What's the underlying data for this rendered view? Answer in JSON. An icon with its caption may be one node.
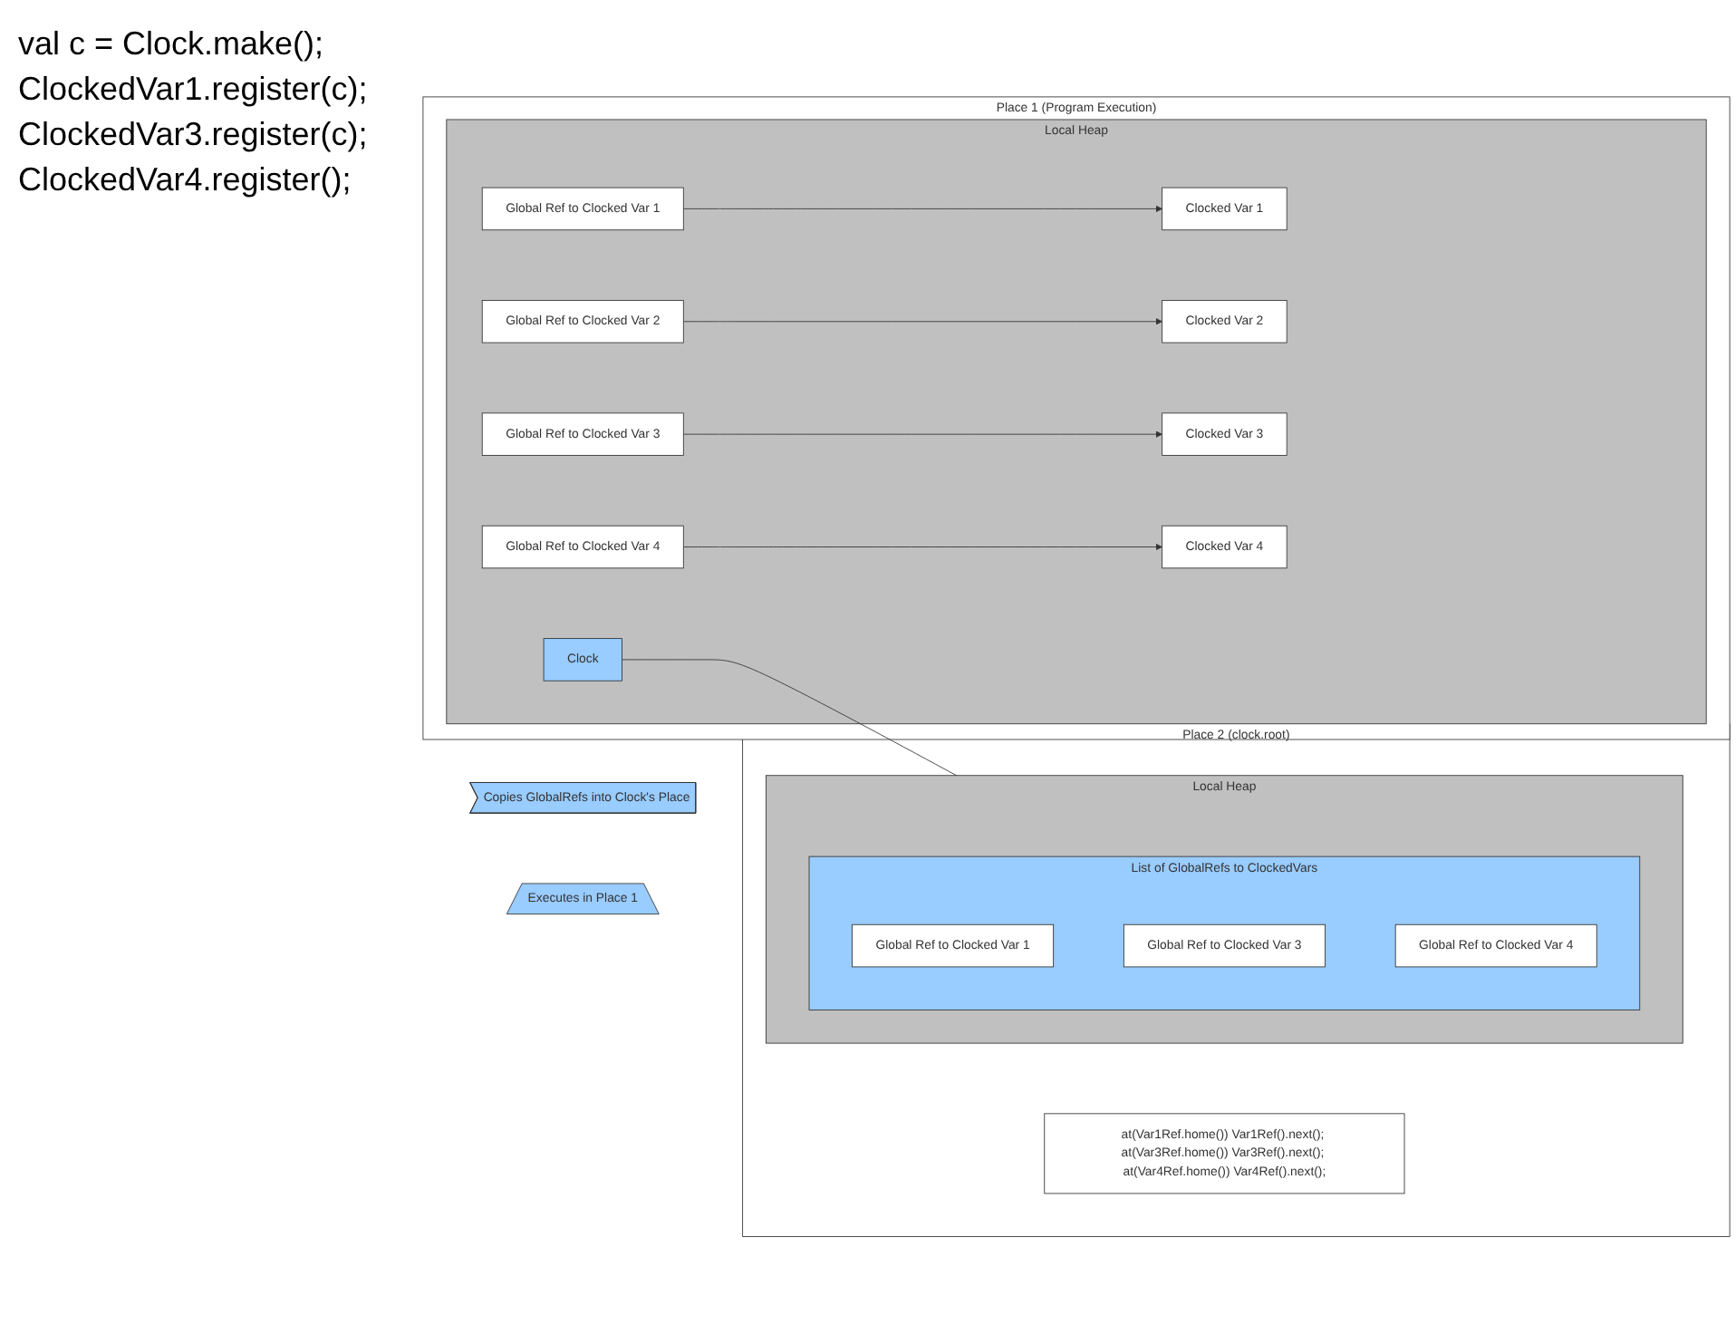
{
  "diagram": {
    "nodes": [
      {
        "text": [
          "Place 1 (Program Execution)"
        ]
      },
      {
        "text": [
          "Local Heap"
        ],
        "in": 0
      },
      {
        "text": [
          "Clocked Var 1"
        ],
        "in": 1
      },
      {
        "text": [
          "Clocked Var 2"
        ],
        "in": 1
      },
      {
        "text": [
          "Clocked Var 3"
        ],
        "in": 1
      },
      {
        "text": [
          "Clocked Var 4"
        ],
        "in": 1
      },
      {
        "text": [
          "Global Ref to Clocked Var 1"
        ],
        "in": 1
      },
      {
        "text": [
          "Global Ref to Clocked Var 2"
        ],
        "in": 1
      },
      {
        "text": [
          "Global Ref to Clocked Var 3"
        ],
        "in": 1
      },
      {
        "text": [
          "Global Ref to Clocked Var 4"
        ],
        "in": 1
      },
      {
        "text": [
          "Clock"
        ],
        "in": 1
      },
      {
        "text": [
          "Place 2 (clock.root)"
        ]
      },
      {
        "text": [
          "Local Heap"
        ],
        "in": 11
      },
      {
        "text": [
          "List of GlobalRefs to ClockedVars"
        ],
        "in": 12
      },
      {
        "text": [
          "Global Ref to Clocked Var 1"
        ],
        "in": 13
      },
      {
        "text": [
          "Global Ref to Clocked Var 3"
        ],
        "in": 13
      },
      {
        "text": [
          "Global Ref to Clocked Var 4"
        ],
        "in": 13
      },
      {
        "text": [
          "Copies GlobalRefs into Clock's Place"
        ]
      },
      {
        "text": [
          "at(Var1Ref.home()) Var1Ref().next(); at(Var3Ref.home()) Var3Ref().next(); at(Var4Ref.home()) Var4Ref().next();"
        ],
        "in": 11
      },
      {
        "text": [
          "Executes in Place 1"
        ]
      }
    ],
    "edges": [
      {
        "from": 6,
        "to": 2,
        "arrow": "to"
      },
      {
        "from": 7,
        "to": 3,
        "arrow": "to"
      },
      {
        "from": 8,
        "to": 4,
        "arrow": "to"
      },
      {
        "from": 9,
        "to": 5,
        "arrow": "to"
      },
      {
        "from": 10,
        "to": 12,
        "arrow": "to"
      }
    ],
    "labels": [
      "val c = Clock.make();",
      "ClockedVar1.register(c);",
      "ClockedVar3.register(c);",
      "ClockedVar4.register();"
    ]
  }
}
